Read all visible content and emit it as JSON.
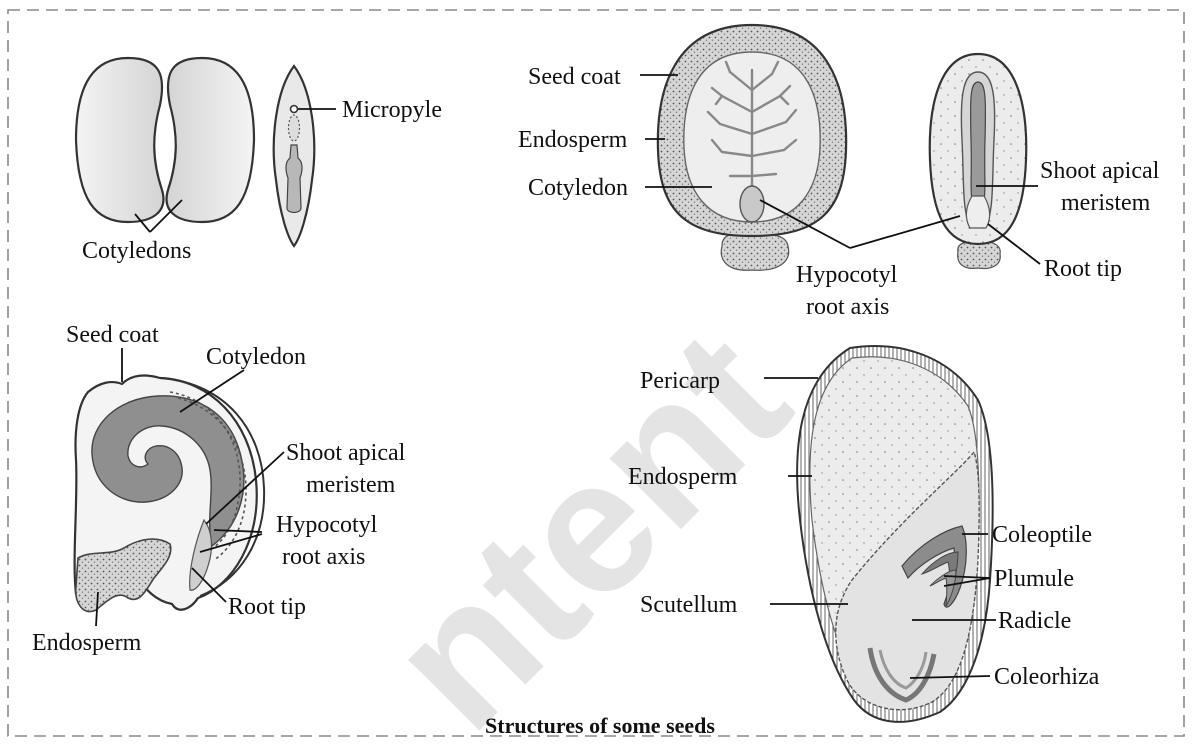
{
  "caption": "Structures of some seeds",
  "watermark": "ntent",
  "colors": {
    "frame": "#8a8a8a",
    "outline": "#333333",
    "cotyledon_fill": "#e8e8e8",
    "endosperm_fill": "#bdbdbd",
    "embryo_dark": "#8c8c8c",
    "watermark": "#e4e4e4"
  },
  "bean_seed": {
    "cotyledons_label": "Cotyledons",
    "micropyle_label": "Micropyle"
  },
  "castor_seed": {
    "seed_coat_label": "Seed coat",
    "endosperm_label": "Endosperm",
    "cotyledon_label": "Cotyledon",
    "hypocotyl_line1": "Hypocotyl",
    "hypocotyl_line2": "root axis",
    "shoot_apical_line1": "Shoot apical",
    "shoot_apical_line2": "meristem",
    "root_tip_label": "Root tip"
  },
  "dicot_embryo": {
    "seed_coat_label": "Seed coat",
    "cotyledon_label": "Cotyledon",
    "shoot_apical_line1": "Shoot apical",
    "shoot_apical_line2": "meristem",
    "hypocotyl_line1": "Hypocotyl",
    "hypocotyl_line2": "root axis",
    "root_tip_label": "Root tip",
    "endosperm_label": "Endosperm"
  },
  "maize_grain": {
    "pericarp_label": "Pericarp",
    "endosperm_label": "Endosperm",
    "scutellum_label": "Scutellum",
    "coleoptile_label": "Coleoptile",
    "plumule_label": "Plumule",
    "radicle_label": "Radicle",
    "coleorhiza_label": "Coleorhiza"
  }
}
